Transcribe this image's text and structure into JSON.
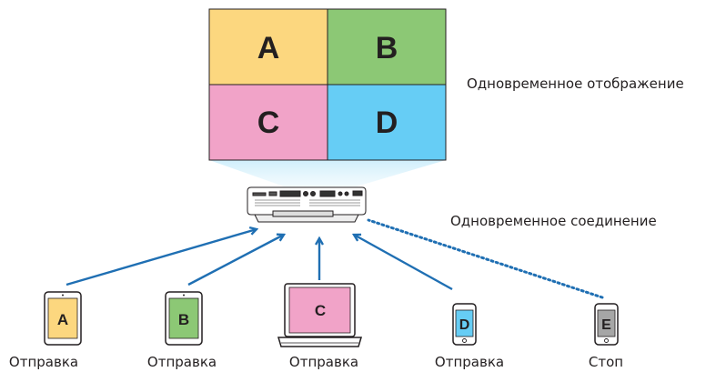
{
  "screen": {
    "quadrants": [
      {
        "letter": "A",
        "color": "#fcd77f"
      },
      {
        "letter": "B",
        "color": "#8cc875"
      },
      {
        "letter": "C",
        "color": "#f1a3c8"
      },
      {
        "letter": "D",
        "color": "#66cdf5"
      }
    ],
    "caption": "Одновременное отображение"
  },
  "connection_caption": "Одновременное соединение",
  "devices": [
    {
      "kind": "tablet",
      "letter": "A",
      "color": "#fcd77f",
      "status": "Отправка",
      "link": "solid"
    },
    {
      "kind": "tablet",
      "letter": "B",
      "color": "#8cc875",
      "status": "Отправка",
      "link": "solid"
    },
    {
      "kind": "laptop",
      "letter": "C",
      "color": "#f1a3c8",
      "status": "Отправка",
      "link": "solid"
    },
    {
      "kind": "phone",
      "letter": "D",
      "color": "#66cdf5",
      "status": "Отправка",
      "link": "solid"
    },
    {
      "kind": "phone",
      "letter": "E",
      "color": "#a6a6a6",
      "status": "Стоп",
      "link": "dotted"
    }
  ],
  "colors": {
    "arrow": "#1f6fb3",
    "outline": "#231f20",
    "beam": "#cdeefb"
  }
}
